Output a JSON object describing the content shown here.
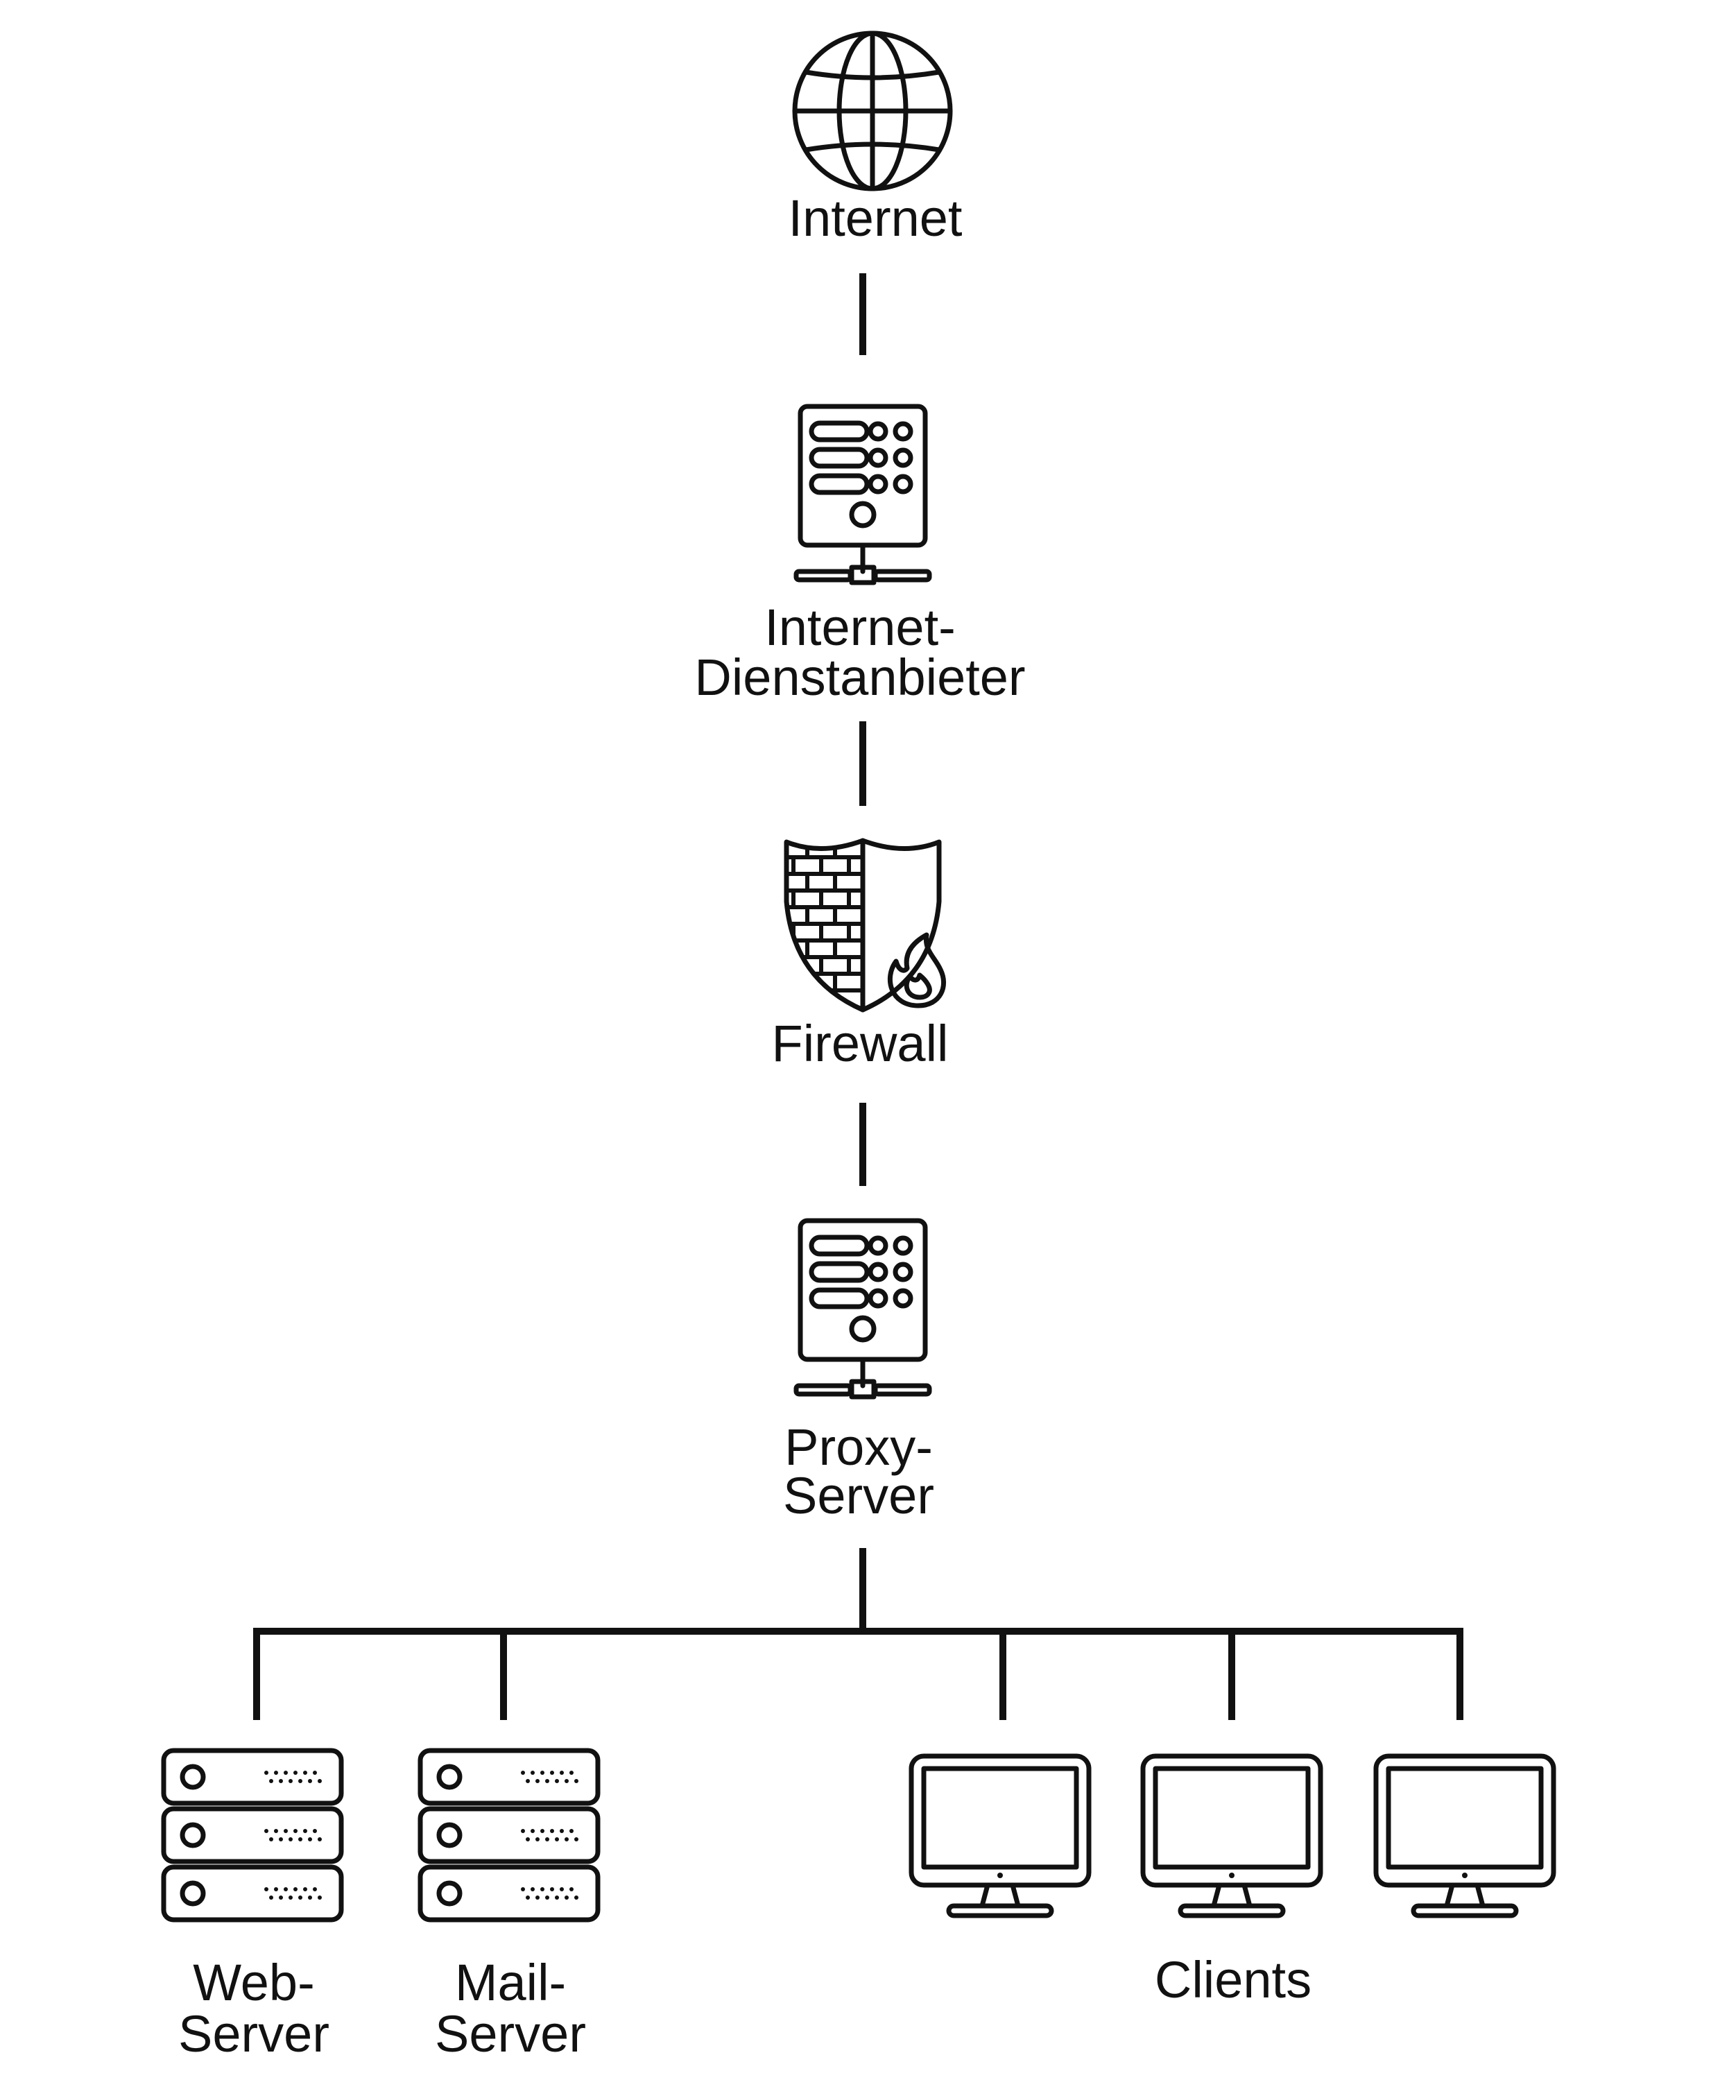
{
  "nodes": {
    "internet": {
      "label": "Internet",
      "icon": "globe-icon"
    },
    "isp": {
      "label_line1": "Internet-",
      "label_line2": "Dienstanbieter",
      "icon": "server-tower-icon"
    },
    "firewall": {
      "label": "Firewall",
      "icon": "firewall-shield-icon"
    },
    "proxy": {
      "label_line1": "Proxy-",
      "label_line2": "Server",
      "icon": "server-tower-icon"
    },
    "web_server": {
      "label_line1": "Web-",
      "label_line2": "Server",
      "icon": "server-rack-icon"
    },
    "mail_server": {
      "label_line1": "Mail-",
      "label_line2": "Server",
      "icon": "server-rack-icon"
    },
    "clients": {
      "label": "Clients",
      "icon": "monitor-icon",
      "count": 3
    }
  },
  "colors": {
    "line": "#111111",
    "background": "#ffffff"
  }
}
